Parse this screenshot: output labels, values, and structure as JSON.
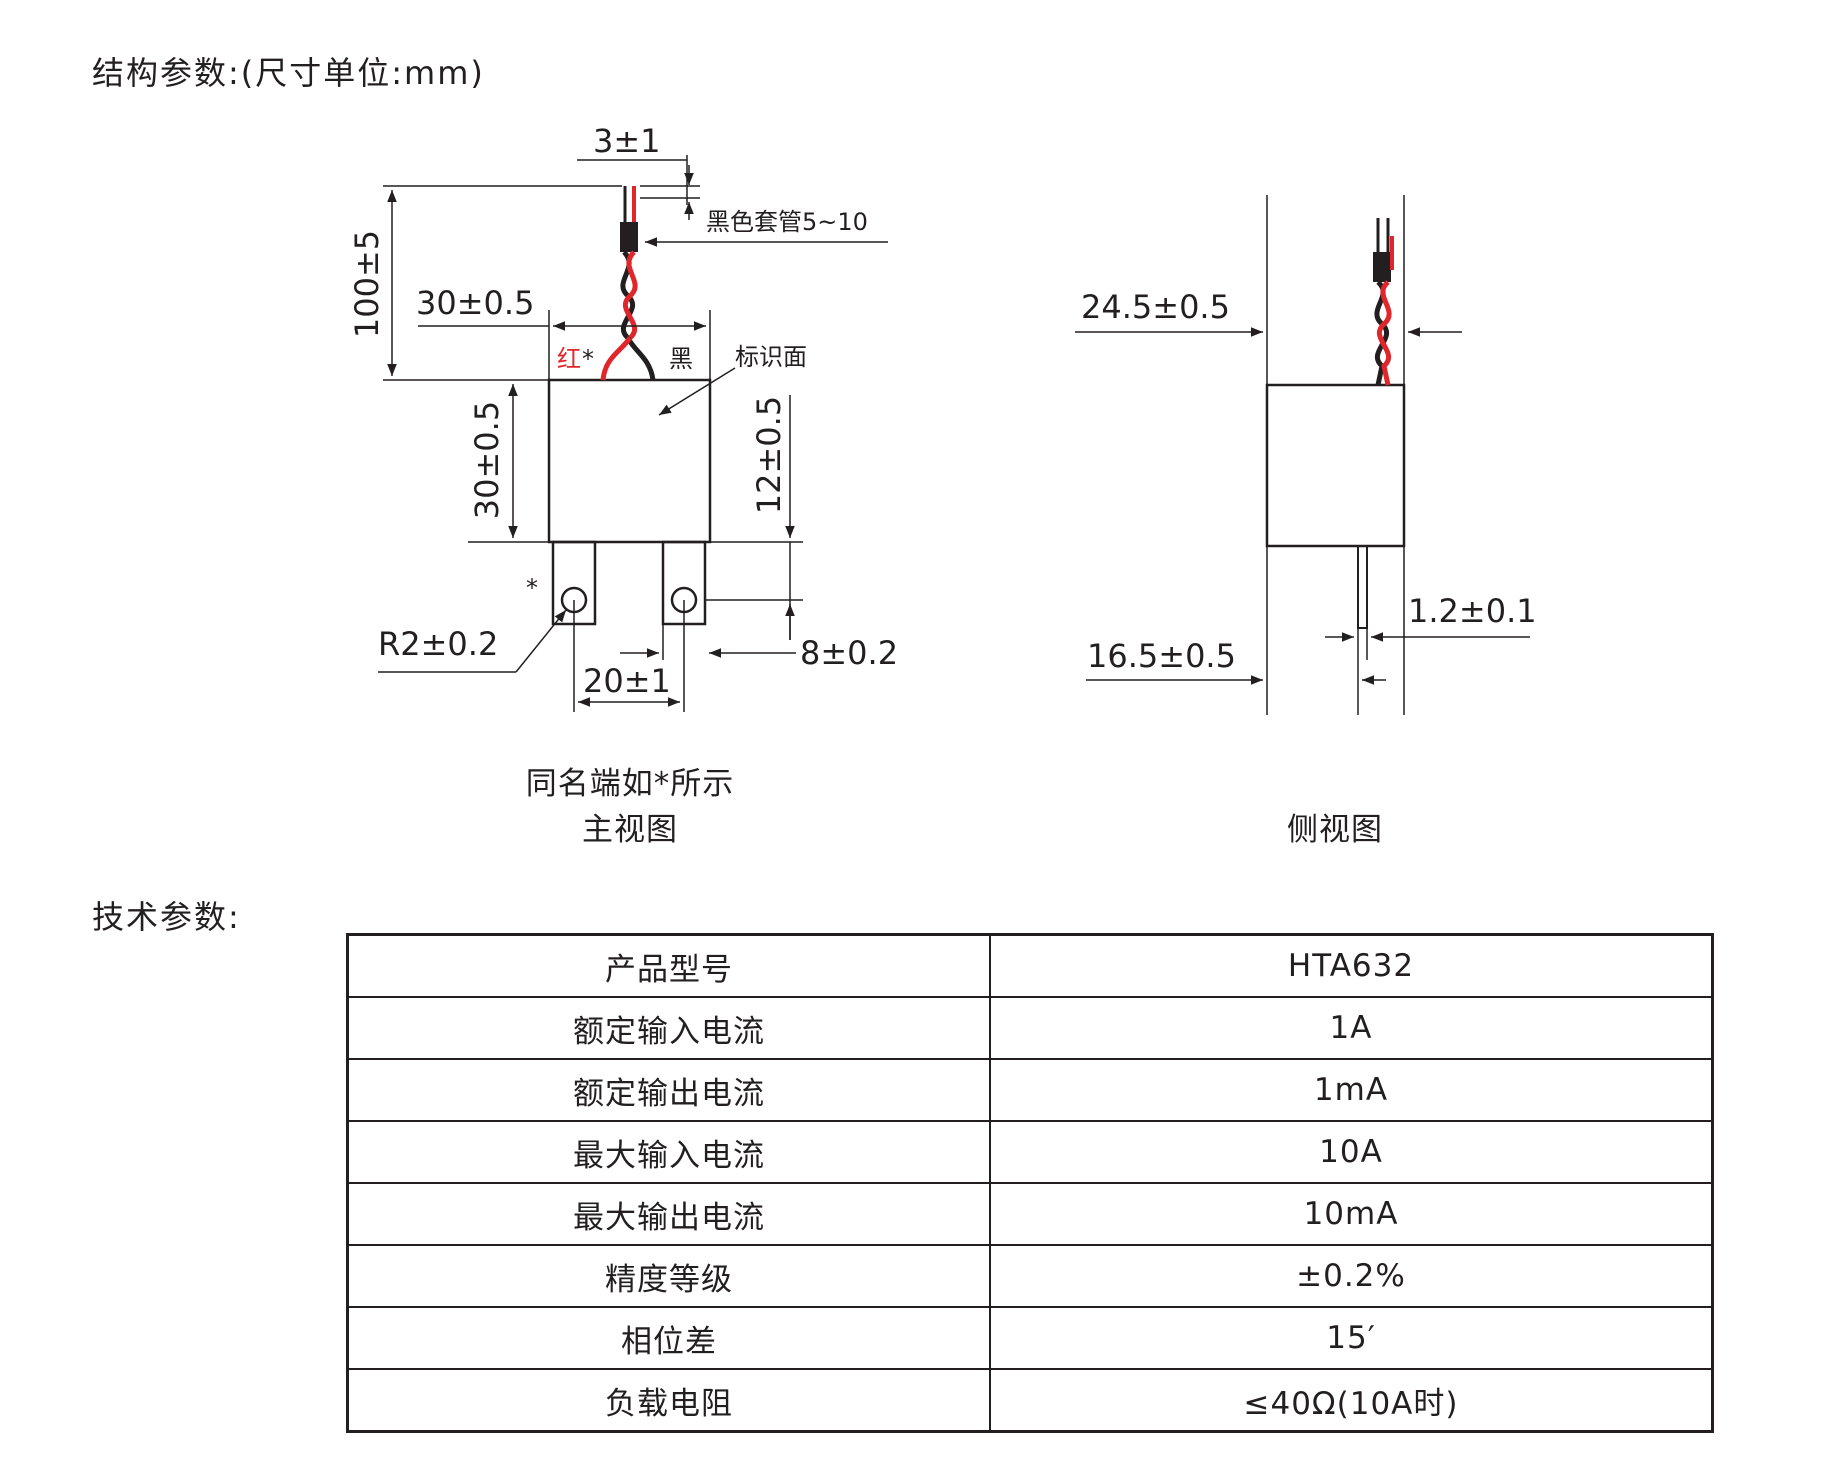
{
  "structure_heading": "结构参数:(尺寸单位:mm)",
  "tech_heading": "技术参数:",
  "front_view": {
    "dim_lead_tip": "3±1",
    "label_sleeve": "黑色套管5~10",
    "dim_total_length": "100±5",
    "dim_width": "30±0.5",
    "label_red": "红",
    "label_star": "*",
    "label_black": "黑",
    "label_mark_face": "标识面",
    "dim_height": "30±0.5",
    "dim_pin_length": "12±0.5",
    "dim_hole_radius": "R2±0.2",
    "dim_hole_offset": "8±0.2",
    "dim_pin_pitch": "20±1",
    "caption_line1": "同名端如*所示",
    "caption_line2": "主视图"
  },
  "side_view": {
    "dim_lead_width": "24.5±0.5",
    "dim_pin_thickness": "1.2±0.1",
    "dim_pin_position": "16.5±0.5",
    "caption": "侧视图"
  },
  "spec_table": {
    "rows": [
      {
        "name": "产品型号",
        "value": "HTA632"
      },
      {
        "name": "额定输入电流",
        "value": "1A"
      },
      {
        "name": "额定输出电流",
        "value": "1mA"
      },
      {
        "name": "最大输入电流",
        "value": "10A"
      },
      {
        "name": "最大输出电流",
        "value": "10mA"
      },
      {
        "name": "精度等级",
        "value": "±0.2%"
      },
      {
        "name": "相位差",
        "value": "15′"
      },
      {
        "name": "负载电阻",
        "value": "≤40Ω(10A时)"
      }
    ]
  },
  "colors": {
    "line": "#231f20",
    "wire_red": "#e0262b",
    "wire_black": "#231f20"
  }
}
